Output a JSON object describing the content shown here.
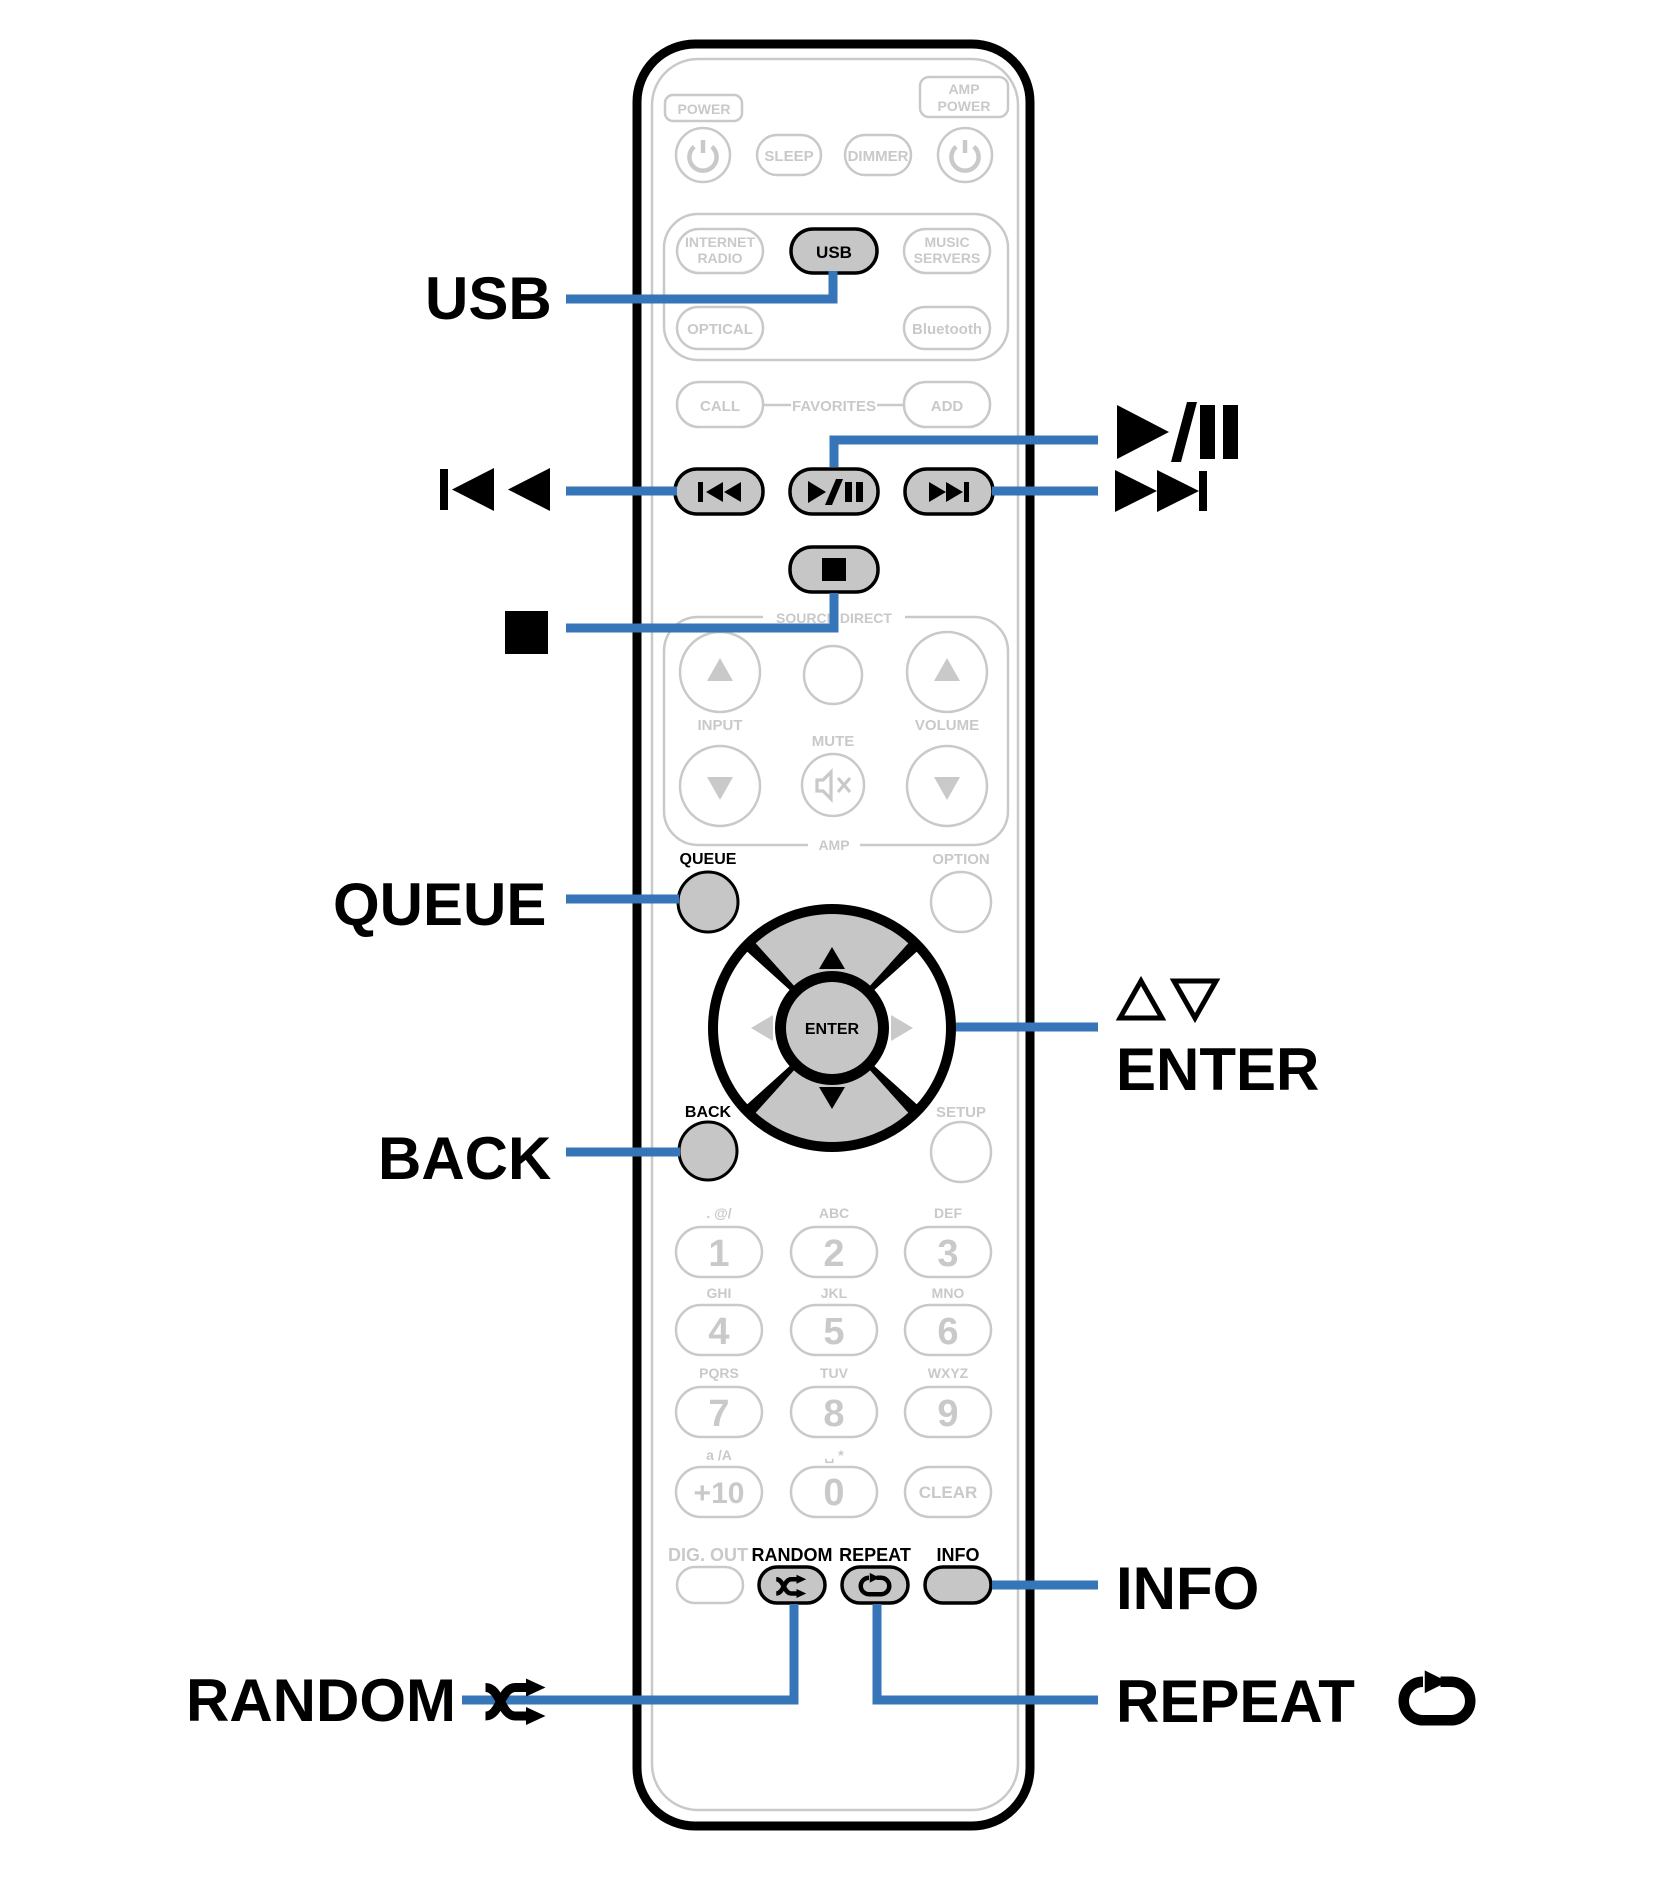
{
  "colors": {
    "accent_blue": "#3575b8",
    "inactive_gray": "#c9c9c9",
    "button_fill": "#c6c6c6",
    "active_black": "#000000"
  },
  "remote": {
    "power": {
      "power_box": "POWER",
      "amp_power_line1": "AMP",
      "amp_power_line2": "POWER",
      "sleep": "SLEEP",
      "dimmer": "DIMMER"
    },
    "sources": {
      "internet_radio_line1": "INTERNET",
      "internet_radio_line2": "RADIO",
      "usb": "USB",
      "music_servers_line1": "MUSIC",
      "music_servers_line2": "SERVERS",
      "optical": "OPTICAL",
      "bluetooth": "Bluetooth"
    },
    "favorites": {
      "call": "CALL",
      "label": "FAVORITES",
      "add": "ADD"
    },
    "amp": {
      "source_direct": "SOURCE DIRECT",
      "input": "INPUT",
      "mute": "MUTE",
      "volume": "VOLUME",
      "label": "AMP"
    },
    "nav": {
      "queue": "QUEUE",
      "option": "OPTION",
      "enter": "ENTER",
      "back": "BACK",
      "setup": "SETUP"
    },
    "keypad": {
      "keys": [
        {
          "top": ". @/",
          "label": "1"
        },
        {
          "top": "ABC",
          "label": "2"
        },
        {
          "top": "DEF",
          "label": "3"
        },
        {
          "top": "GHI",
          "label": "4"
        },
        {
          "top": "JKL",
          "label": "5"
        },
        {
          "top": "MNO",
          "label": "6"
        },
        {
          "top": "PQRS",
          "label": "7"
        },
        {
          "top": "TUV",
          "label": "8"
        },
        {
          "top": "WXYZ",
          "label": "9"
        },
        {
          "top": "a /A",
          "label": "+10"
        },
        {
          "top": "␣ *",
          "label": "0"
        },
        {
          "top": "",
          "label": "CLEAR"
        }
      ]
    },
    "bottom": {
      "dig_out": "DIG. OUT",
      "random": "RANDOM",
      "repeat": "REPEAT",
      "info": "INFO"
    }
  },
  "callouts": {
    "usb": "USB",
    "queue": "QUEUE",
    "back": "BACK",
    "enter": "ENTER",
    "random": "RANDOM",
    "repeat": "REPEAT",
    "info": "INFO"
  }
}
